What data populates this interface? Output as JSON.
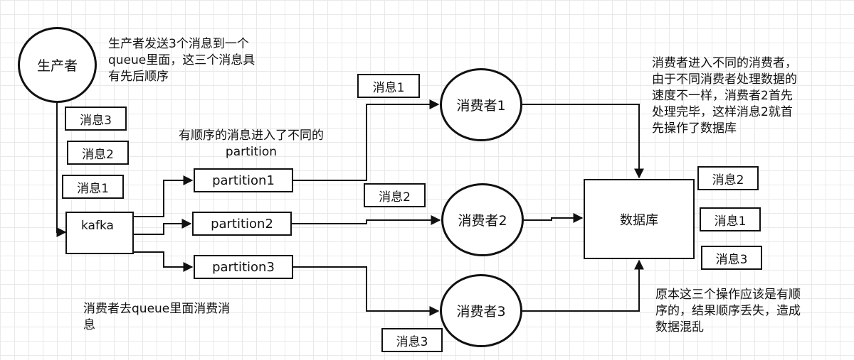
{
  "nodes": {
    "producer": "生产者",
    "kafka": "kafka",
    "partition1": "partition1",
    "partition2": "partition2",
    "partition3": "partition3",
    "consumer1": "消费者1",
    "consumer2": "消费者2",
    "consumer3": "消费者3",
    "database": "数据库"
  },
  "messages": {
    "queue_msg3": "消息3",
    "queue_msg2": "消息2",
    "queue_msg1": "消息1",
    "p1_msg": "消息1",
    "p2_msg": "消息2",
    "p3_msg": "消息3",
    "db_msg2": "消息2",
    "db_msg1": "消息1",
    "db_msg3": "消息3"
  },
  "notes": {
    "producer_note": [
      "生产者发送3个消息到一个",
      "queue里面，这三个消息具",
      "有先后顺序"
    ],
    "partition_note": [
      "有顺序的消息进入了不同的",
      "partition"
    ],
    "consumer_note": [
      "消费者去queue里面消费消",
      "息"
    ],
    "speed_note": [
      "消费者进入不同的消费者，",
      "由于不同消费者处理数据的",
      "速度不一样，消费者2首先",
      "处理完毕，这样消息2就首",
      "先操作了数据库"
    ],
    "order_lost_note": [
      "原本这三个操作应该是有顺",
      "序的，结果顺序丢失，造成",
      "数据混乱"
    ]
  }
}
